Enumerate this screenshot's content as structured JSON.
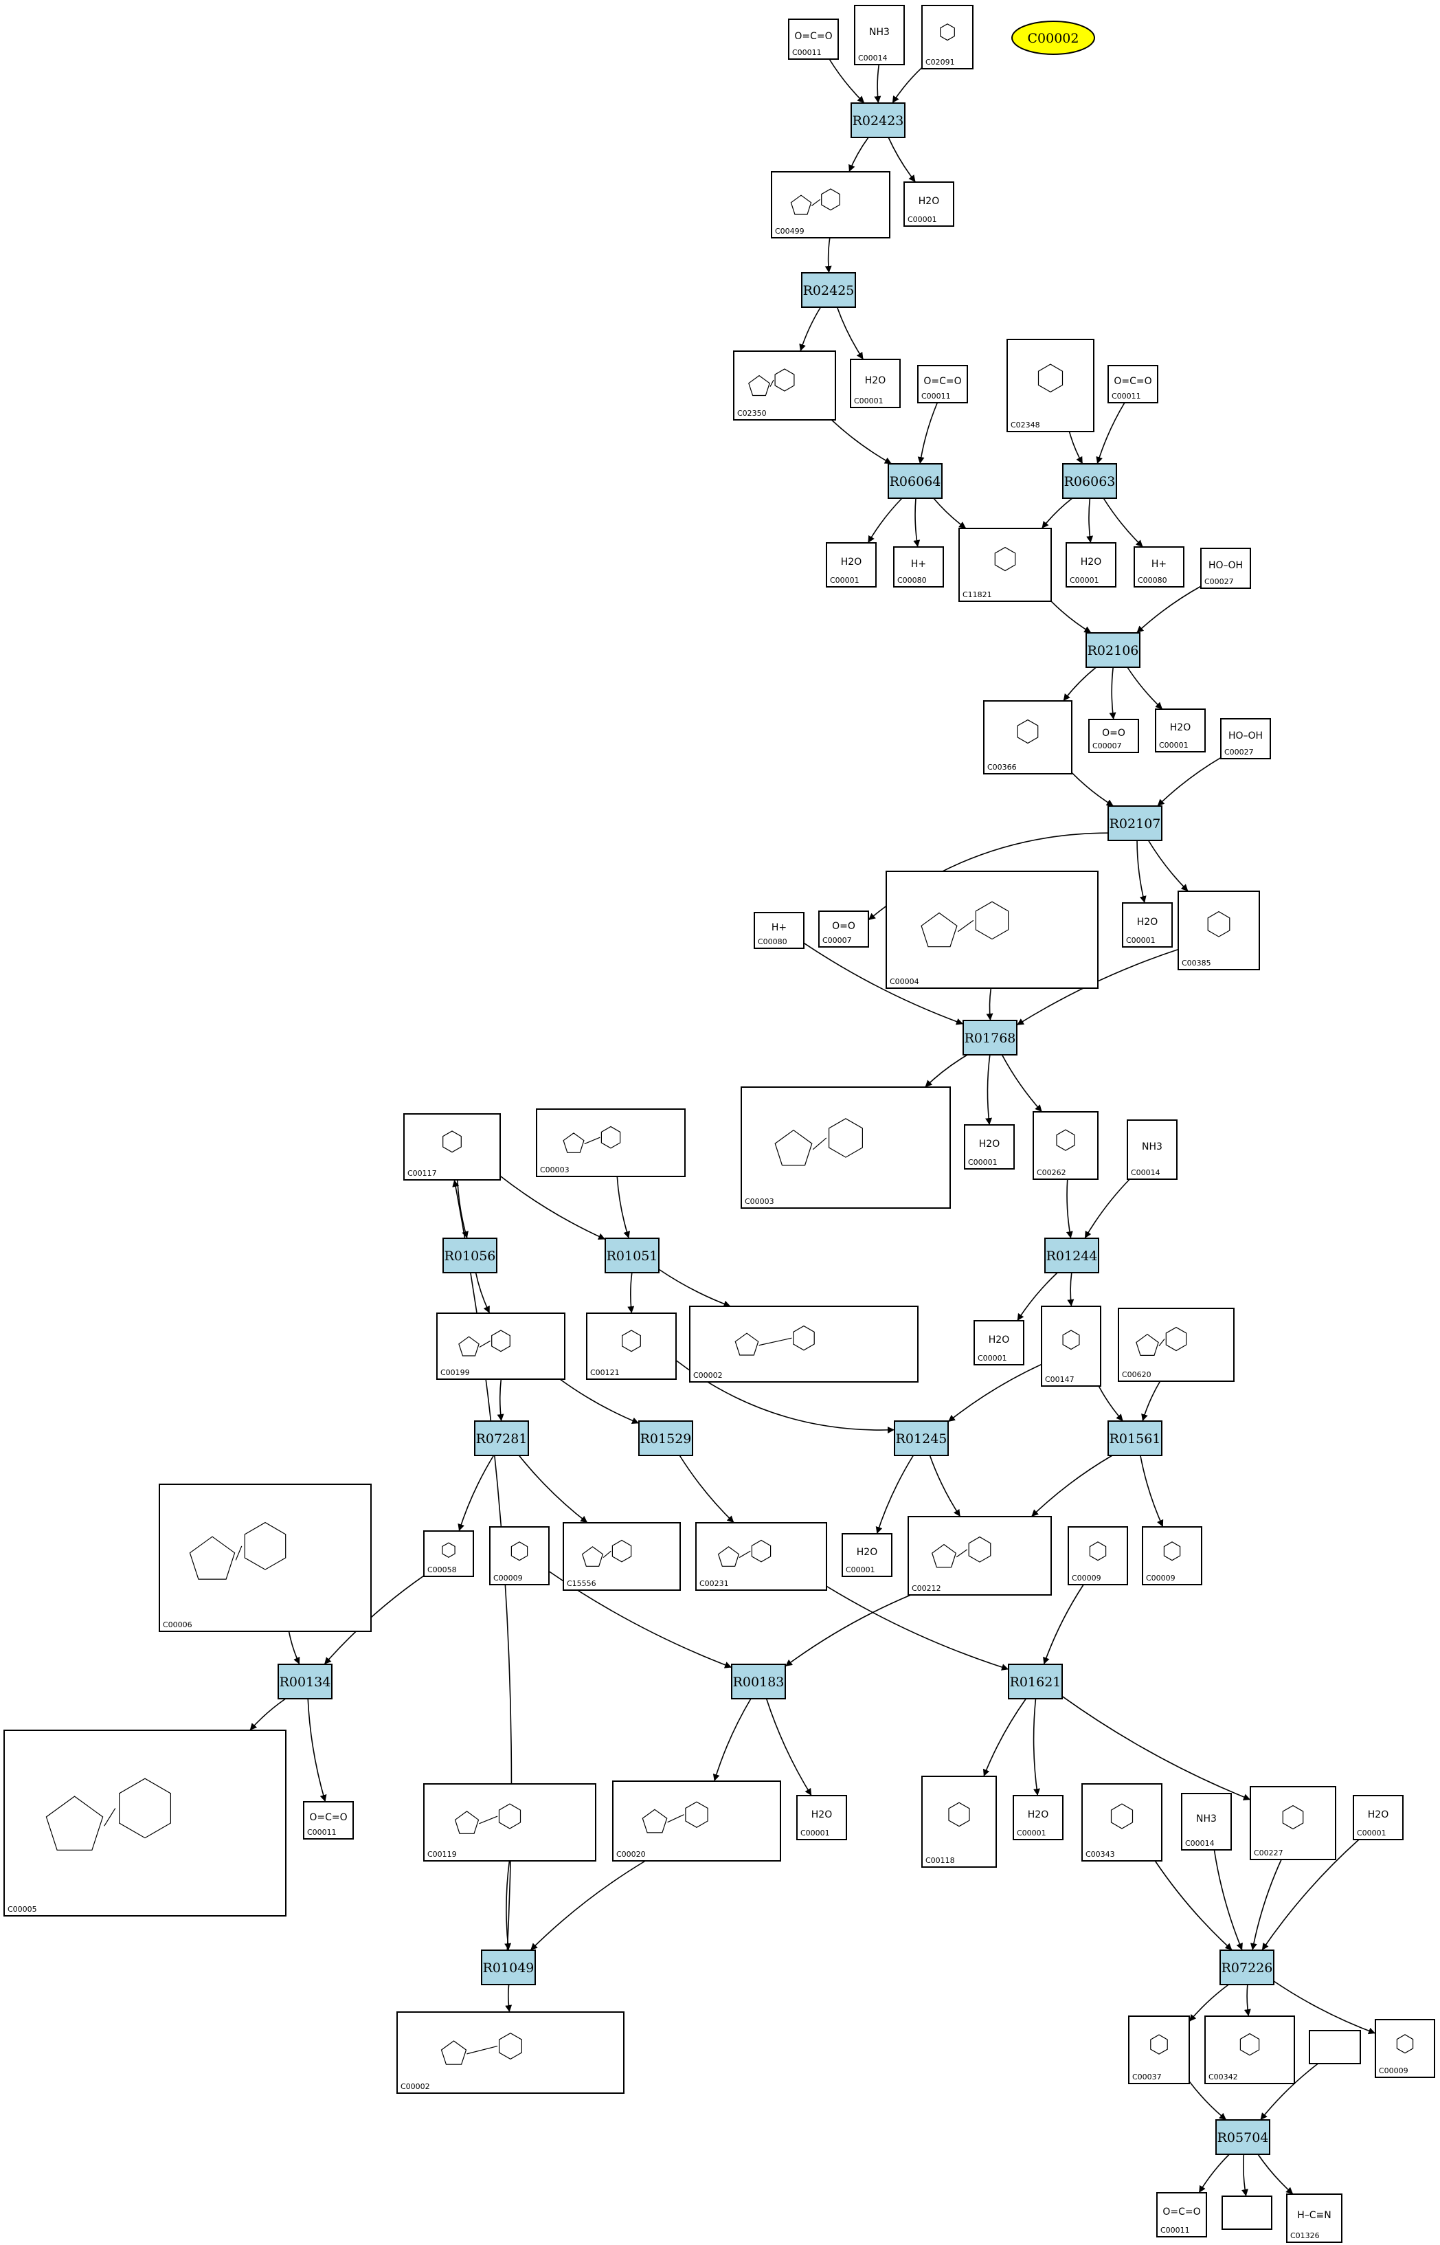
{
  "highlight": {
    "label": "C00002",
    "fill": "#ffff00"
  },
  "colors": {
    "reaction_fill": "#add8e6",
    "compound_fill": "#ffffff",
    "stroke": "#000000"
  },
  "reactions": [
    "R02423",
    "R02425",
    "R06064",
    "R06063",
    "R02106",
    "R02107",
    "R01768",
    "R01056",
    "R01051",
    "R01244",
    "R07281",
    "R01529",
    "R01245",
    "R01561",
    "R00134",
    "R00183",
    "R01621",
    "R01049",
    "R07226",
    "R05704"
  ],
  "compounds": [
    {
      "id": "c1",
      "label": "C00011",
      "formula": "O=C=O"
    },
    {
      "id": "c2",
      "label": "C00014",
      "formula": "NH3"
    },
    {
      "id": "c3",
      "label": "C02091",
      "formula": ""
    },
    {
      "id": "c4",
      "label": "C00499",
      "formula": ""
    },
    {
      "id": "c5",
      "label": "C00001",
      "formula": "H2O"
    },
    {
      "id": "c6",
      "label": "C02350",
      "formula": ""
    },
    {
      "id": "c7",
      "label": "C00001",
      "formula": "H2O"
    },
    {
      "id": "c8",
      "label": "C00011",
      "formula": "O=C=O"
    },
    {
      "id": "c9",
      "label": "C02348",
      "formula": ""
    },
    {
      "id": "c10",
      "label": "C00011",
      "formula": "O=C=O"
    },
    {
      "id": "c11",
      "label": "C00001",
      "formula": "H2O"
    },
    {
      "id": "c12",
      "label": "C00080",
      "formula": "H+"
    },
    {
      "id": "c13",
      "label": "C11821",
      "formula": ""
    },
    {
      "id": "c14",
      "label": "C00001",
      "formula": "H2O"
    },
    {
      "id": "c15",
      "label": "C00080",
      "formula": "H+"
    },
    {
      "id": "c16",
      "label": "C00027",
      "formula": "HO–OH"
    },
    {
      "id": "c17",
      "label": "C00366",
      "formula": ""
    },
    {
      "id": "c18",
      "label": "C00007",
      "formula": "O=O"
    },
    {
      "id": "c19",
      "label": "C00001",
      "formula": "H2O"
    },
    {
      "id": "c20",
      "label": "C00027",
      "formula": "HO–OH"
    },
    {
      "id": "c21",
      "label": "C00080",
      "formula": "H+"
    },
    {
      "id": "c22",
      "label": "C00007",
      "formula": "O=O"
    },
    {
      "id": "c23",
      "label": "C00004",
      "formula": ""
    },
    {
      "id": "c24",
      "label": "C00001",
      "formula": "H2O"
    },
    {
      "id": "c25",
      "label": "C00385",
      "formula": ""
    },
    {
      "id": "c26",
      "label": "C00117",
      "formula": ""
    },
    {
      "id": "c27",
      "label": "C00003",
      "formula": ""
    },
    {
      "id": "c28",
      "label": "C00003",
      "formula": ""
    },
    {
      "id": "c29",
      "label": "C00001",
      "formula": "H2O"
    },
    {
      "id": "c30",
      "label": "C00262",
      "formula": ""
    },
    {
      "id": "c31",
      "label": "C00014",
      "formula": "NH3"
    },
    {
      "id": "c32",
      "label": "C00199",
      "formula": ""
    },
    {
      "id": "c33",
      "label": "C00121",
      "formula": ""
    },
    {
      "id": "c34",
      "label": "C00002",
      "formula": ""
    },
    {
      "id": "c35",
      "label": "C00001",
      "formula": "H2O"
    },
    {
      "id": "c36",
      "label": "C00147",
      "formula": ""
    },
    {
      "id": "c37",
      "label": "C00620",
      "formula": ""
    },
    {
      "id": "c38",
      "label": "C00006",
      "formula": ""
    },
    {
      "id": "c39",
      "label": "C00058",
      "formula": ""
    },
    {
      "id": "c40",
      "label": "C00009",
      "formula": ""
    },
    {
      "id": "c41",
      "label": "C15556",
      "formula": ""
    },
    {
      "id": "c42",
      "label": "C00231",
      "formula": ""
    },
    {
      "id": "c43",
      "label": "C00001",
      "formula": "H2O"
    },
    {
      "id": "c44",
      "label": "C00212",
      "formula": ""
    },
    {
      "id": "c45",
      "label": "C00009",
      "formula": ""
    },
    {
      "id": "c46",
      "label": "C00009",
      "formula": ""
    },
    {
      "id": "c47",
      "label": "C00005",
      "formula": ""
    },
    {
      "id": "c48",
      "label": "C00011",
      "formula": "O=C=O"
    },
    {
      "id": "c49",
      "label": "C00119",
      "formula": ""
    },
    {
      "id": "c50",
      "label": "C00020",
      "formula": ""
    },
    {
      "id": "c51",
      "label": "C00001",
      "formula": "H2O"
    },
    {
      "id": "c52",
      "label": "C00118",
      "formula": ""
    },
    {
      "id": "c53",
      "label": "C00001",
      "formula": "H2O"
    },
    {
      "id": "c54",
      "label": "C00343",
      "formula": ""
    },
    {
      "id": "c55",
      "label": "C00014",
      "formula": "NH3"
    },
    {
      "id": "c56",
      "label": "C00227",
      "formula": ""
    },
    {
      "id": "c57",
      "label": "C00001",
      "formula": "H2O"
    },
    {
      "id": "c58",
      "label": "C00002",
      "formula": ""
    },
    {
      "id": "c59",
      "label": "C00037",
      "formula": ""
    },
    {
      "id": "c60",
      "label": "C00342",
      "formula": ""
    },
    {
      "id": "c61",
      "label": "",
      "formula": ""
    },
    {
      "id": "c62",
      "label": "C00009",
      "formula": ""
    },
    {
      "id": "c63",
      "label": "C00011",
      "formula": "O=C=O"
    },
    {
      "id": "c64",
      "label": "",
      "formula": ""
    },
    {
      "id": "c65",
      "label": "C01326",
      "formula": "H–C≡N"
    }
  ]
}
